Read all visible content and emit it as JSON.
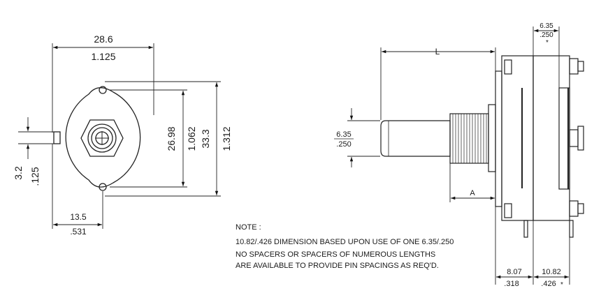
{
  "front_view": {
    "width_mm": "28.6",
    "width_in": "1.125",
    "hole_spacing_mm": "26.98",
    "hole_spacing_in": "1.062",
    "height_mm": "33.3",
    "height_in": "1.312",
    "tab_mm": "3.2",
    "tab_in": ".125",
    "offset_mm": "13.5",
    "offset_in": ".531"
  },
  "side_view": {
    "shaft_len_label": "L",
    "bushing_label": "A",
    "shaft_dia_mm": "6.35",
    "shaft_dia_in": ".250",
    "section_mm": "6.35",
    "section_in": ".250",
    "section_mark": "*",
    "front_depth_mm": "8.07",
    "front_depth_in": ".318",
    "rear_depth_mm": "10.82",
    "rear_depth_in": ".426",
    "rear_mark": "*"
  },
  "notes": {
    "heading": "NOTE :",
    "line1": "10.82/.426 DIMENSION BASED UPON USE OF ONE 6.35/.250",
    "line2": "NO SPACERS OR SPACERS OF NUMEROUS LENGTHS",
    "line3": "ARE AVAILABLE TO PROVIDE PIN SPACINGS AS REQ'D."
  }
}
